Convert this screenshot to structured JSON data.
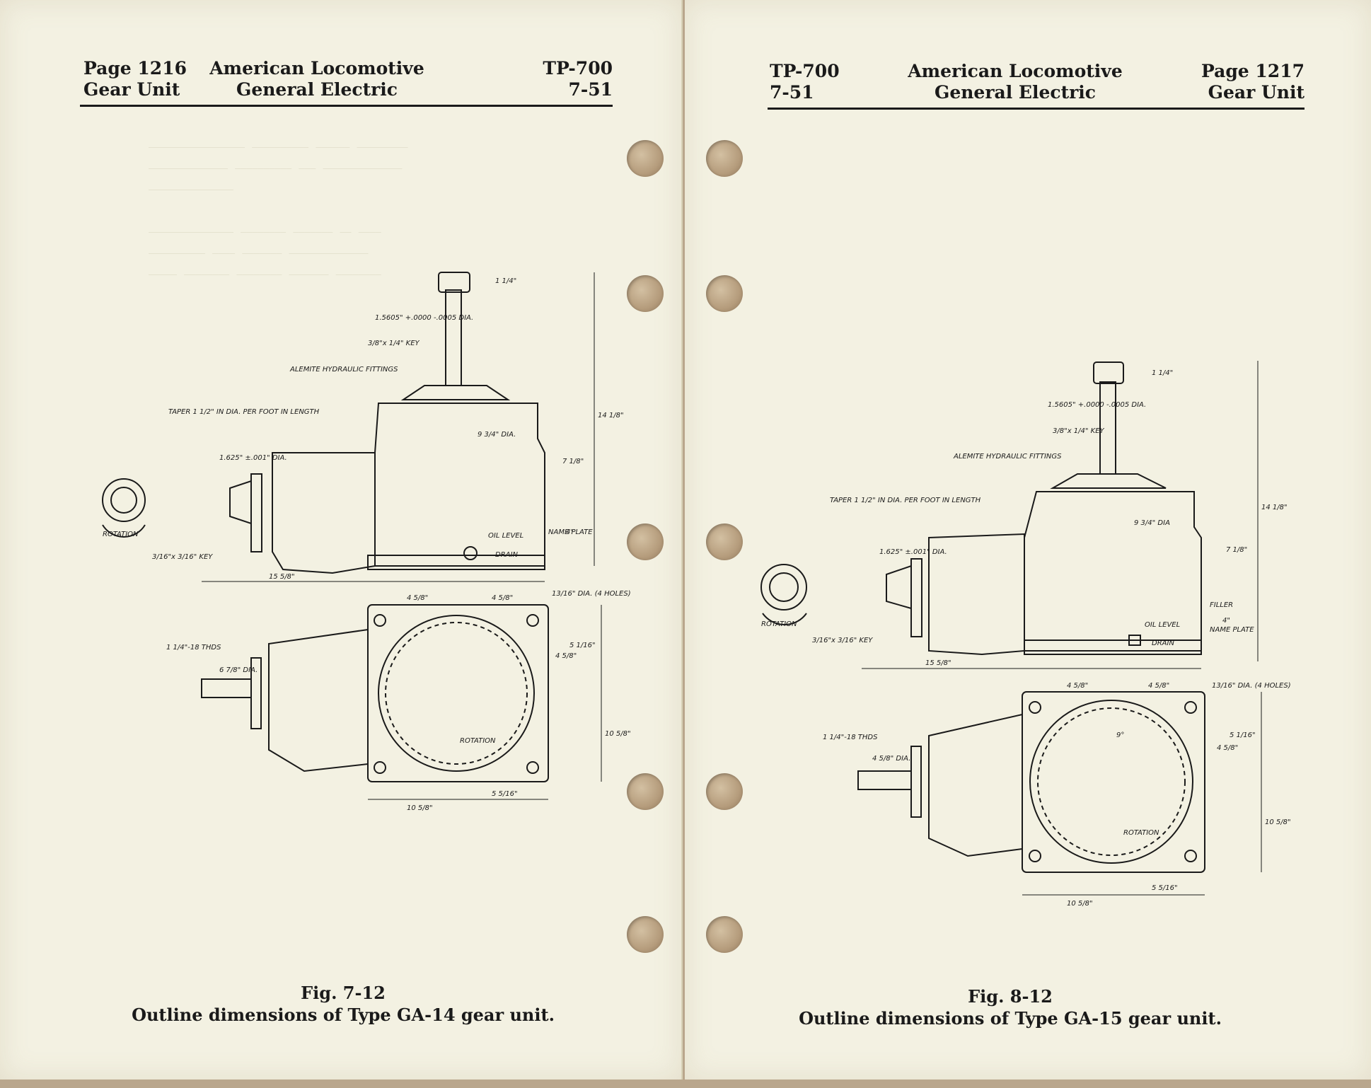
{
  "left_page": {
    "header": {
      "page_number": "Page 1216",
      "section": "Gear Unit",
      "company_line1": "American Locomotive",
      "company_line2": "General Electric",
      "doc_code": "TP-700",
      "doc_date": "7-51"
    },
    "figure": {
      "number": "Fig. 7-12",
      "caption": "Outline dimensions of Type GA-14 gear unit.",
      "labels": {
        "shaft_dia": "1.5605\" +.0000 -.0005 DIA.",
        "key_top": "3/8\"x 1/4\" KEY",
        "alemite": "ALEMITE HYDRAULIC FITTINGS",
        "taper": "TAPER 1 1/2\" IN DIA. PER FOOT IN LENGTH",
        "bore": "1.625\" ±.001\" DIA.",
        "rotation_top": "ROTATION",
        "key_side": "3/16\"x 3/16\" KEY",
        "oil_level": "OIL LEVEL",
        "drain": "DRAIN",
        "name_plate": "NAME PLATE",
        "holes": "13/16\" DIA. (4 HOLES)",
        "thds": "1 1/4\"-18 THDS",
        "rotation_bottom": "ROTATION",
        "dim_height": "14 1/8\"",
        "dim_body": "7 1/8\"",
        "dim_dia": "9 3/4\" DIA.",
        "dim_length": "15 5/8\"",
        "dim_half_a": "4 5/8\"",
        "dim_half_b": "4 5/8\"",
        "dim_base": "10 5/8\"",
        "dim_off": "5 5/16\"",
        "dim_side": "10 5/8\"",
        "dim_side_a": "4 5/8\"",
        "dim_side_b": "5 1/16\"",
        "dim_top_nut": "1 1/4\"",
        "dim_4": "4\"",
        "dim_shaft": "6 7/8\" DIA."
      }
    }
  },
  "right_page": {
    "header": {
      "doc_code": "TP-700",
      "doc_date": "7-51",
      "company_line1": "American Locomotive",
      "company_line2": "General Electric",
      "page_number": "Page 1217",
      "section": "Gear Unit"
    },
    "figure": {
      "number": "Fig. 8-12",
      "caption": "Outline dimensions of Type GA-15 gear unit.",
      "labels": {
        "shaft_dia": "1.5605\" +.0000 -.0005 DIA.",
        "key_top": "3/8\"x 1/4\" KEY",
        "alemite": "ALEMITE HYDRAULIC FITTINGS",
        "taper": "TAPER 1 1/2\" IN DIA. PER FOOT IN LENGTH",
        "bore": "1.625\" ±.001\" DIA.",
        "rotation_top": "ROTATION",
        "key_side": "3/16\"x 3/16\" KEY",
        "filler": "FILLER",
        "oil_level": "OIL LEVEL",
        "drain": "DRAIN",
        "name_plate": "NAME PLATE",
        "holes": "13/16\" DIA. (4 HOLES)",
        "thds": "1 1/4\"-18 THDS",
        "rotation_bottom": "ROTATION",
        "dim_height": "14 1/8\"",
        "dim_body": "7 1/8\"",
        "dim_dia": "9 3/4\" DIA",
        "dim_length": "15 5/8\"",
        "dim_half_a": "4 5/8\"",
        "dim_half_b": "4 5/8\"",
        "dim_base": "10 5/8\"",
        "dim_off": "5 5/16\"",
        "dim_side": "10 5/8\"",
        "dim_side_a": "4 5/8\"",
        "dim_side_b": "5 1/16\"",
        "dim_angle": "9°",
        "dim_top_nut": "1 1/4\"",
        "dim_4": "4\"",
        "dim_shaft": "4 5/8\" DIA."
      }
    }
  }
}
